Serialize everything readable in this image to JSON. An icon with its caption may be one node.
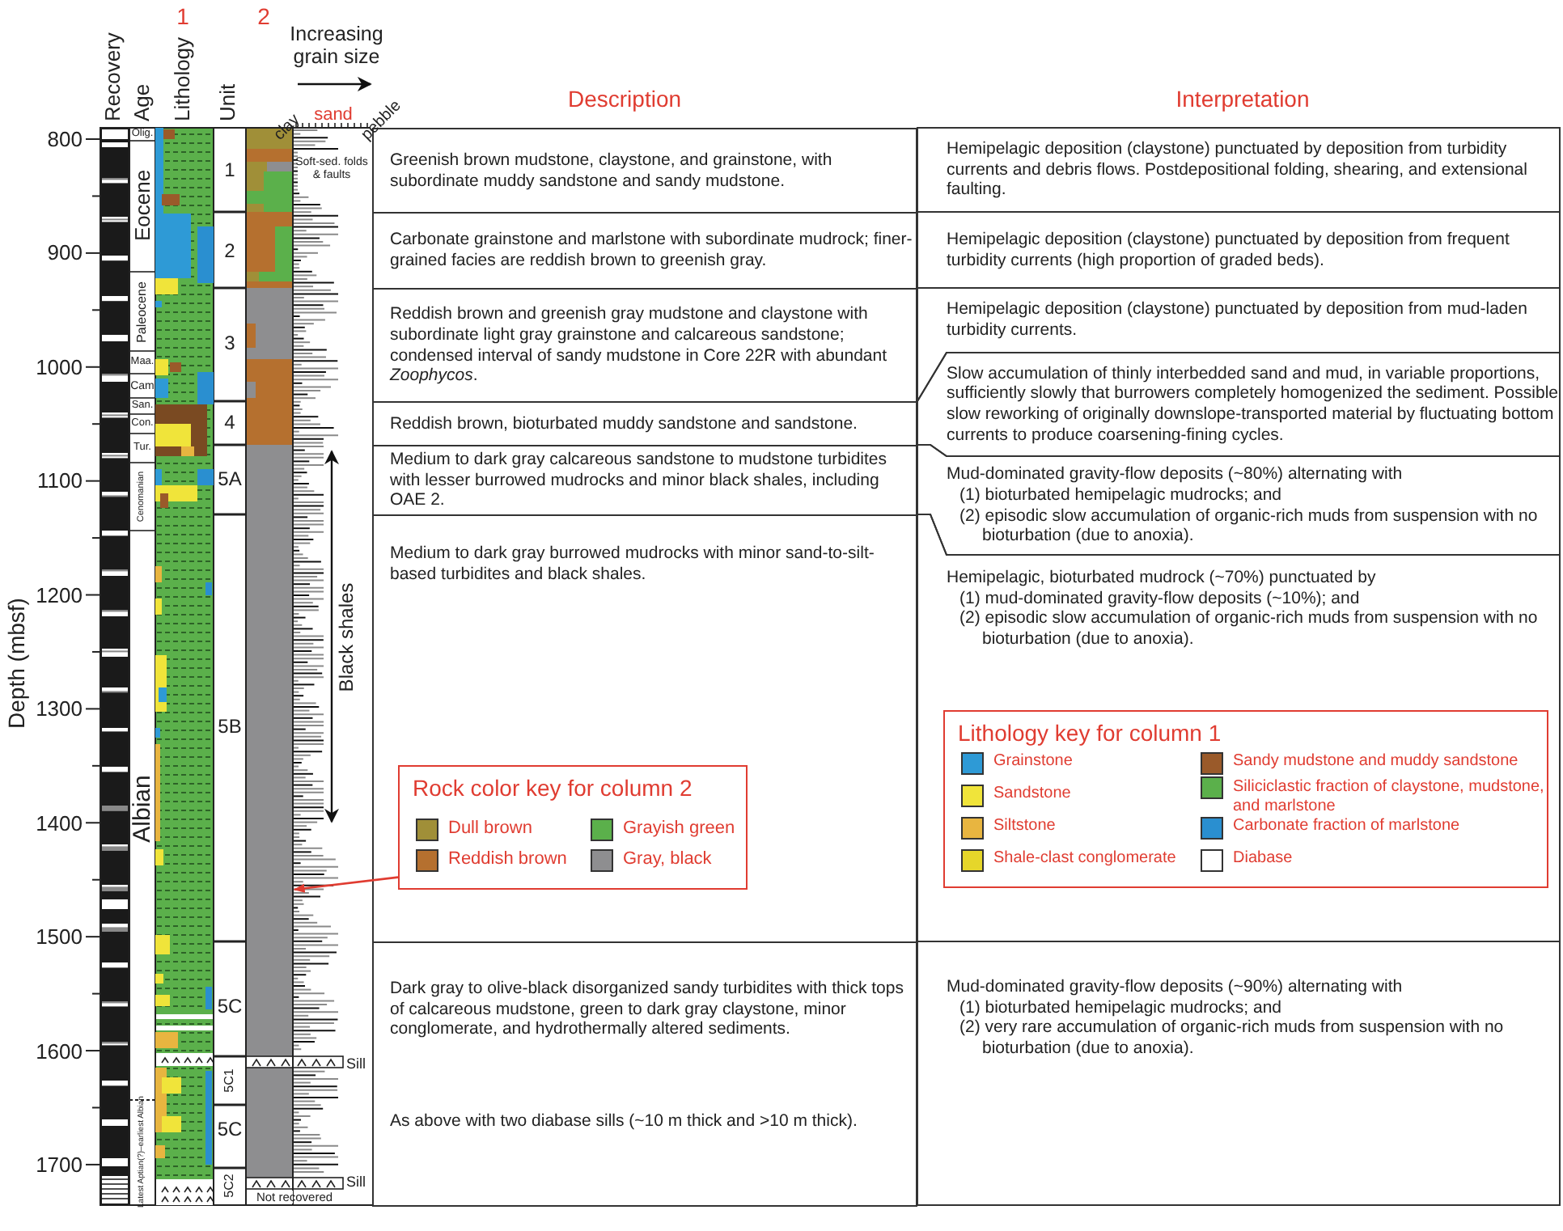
{
  "diagram": {
    "nodes": [
      {
        "text": [],
        "shape": "bar"
      },
      {
        "text": [
          "Greenish brown mudstone, claystone, and grainstone, with subordinate muddy sandstone and sandy mudstone."
        ]
      },
      {
        "text": [
          "Hemipelagic deposition (claystone) punctuated by deposition from turbidity currents and debris flows. Postdepositional folding, shearing, and extensional faulting."
        ]
      },
      {
        "text": [
          "Carbonate grainstone and marlstone with subordinate mudrock; finer-grained facies are reddish brown to greenish gray."
        ]
      },
      {
        "text": [
          "Hemipelagic deposition (claystone) punctuated by deposition from frequent turbidity currents (high proportion of graded beds)."
        ]
      },
      {
        "text": [
          "Reddish brown and greenish gray mudstone and claystone with subordinate light gray grainstone and calcareous sandstone; condensed interval of sandy mudstone in Core 22R with abundant *Zoophycos*."
        ]
      },
      {
        "text": [
          "Hemipelagic deposition (claystone) punctuated by deposition from mud-laden turbidity currents."
        ]
      },
      {
        "text": [
          "Reddish brown, bioturbated muddy sandstone and sandstone."
        ]
      },
      {
        "text": [
          "Slow accumulation of thinly interbedded sand and mud, in variable proportions, sufficiently slowly that burrowers completely homogenized the sediment.  Possible slow reworking of originally downslope-transported material by fluctuating bottom currents to produce coarsening-fining cycles."
        ]
      },
      {
        "text": [
          "Medium to dark gray calcareous sandstone to mudstone turbidites with lesser burrowed mudrocks and minor black shales, including OAE 2."
        ]
      },
      {
        "text": [
          "Mud-dominated gravity-flow deposits (~80%) alternating with",
          "(1) bioturbated hemipelagic mudrocks; and",
          "(2) episodic slow accumulation of organic-rich muds from suspension with no bioturbation (due to anoxia)."
        ]
      },
      {
        "text": [
          "Medium to dark gray burrowed mudrocks with minor sand-to-silt-based turbidites and black shales."
        ]
      },
      {
        "text": [
          "Hemipelagic, bioturbated mudrock (~70%) punctuated by",
          "(1) mud-dominated gravity-flow deposits (~10%); and",
          "(2) episodic slow accumulation of organic-rich muds from suspension with no bioturbation (due to anoxia)."
        ]
      },
      {
        "text": [
          "Rock color key for column 2"
        ],
        "in": 11
      },
      {
        "text": [
          "Lithology key for  column 1"
        ],
        "in": 12
      },
      {
        "text": [
          "Dark gray to olive-black disorganized sandy turbidites with thick tops of calcareous mudstone, green to dark gray claystone, minor conglomerate, and hydrothermally altered sediments.",
          "As above with two diabase sills (~10 m thick and >10 m thick)."
        ]
      },
      {
        "text": [
          "Mud-dominated gravity-flow deposits (~90%) alternating with",
          "(1) bioturbated hemipelagic mudrocks; and",
          "(2) very rare accumulation of organic-rich muds from suspension with no bioturbation (due to anoxia)."
        ]
      }
    ],
    "edges": [
      {
        "from": 13,
        "to": 0,
        "arrow": "to"
      }
    ],
    "labels": [
      "1",
      "2",
      "Increasing grain size",
      "Recovery",
      "Age",
      "Lithology",
      "Unit",
      "clay",
      "sand",
      "pebble",
      "Description",
      "Interpretation",
      "Depth (mbsf)",
      "800",
      "900",
      "1000",
      "1100",
      "1200",
      "1300",
      "1400",
      "1500",
      "1600",
      "1700",
      "Olig.",
      "Eocene",
      "Paleocene",
      "Maa.",
      "Cam",
      "San.",
      "Con.",
      "Tur.",
      "Cenomanian",
      "Albian",
      "Latest Aptian(?)–earliest Albian",
      "1",
      "2",
      "3",
      "4",
      "5A",
      "5B",
      "5C",
      "5C1",
      "5C",
      "5C2",
      "Soft-sed. folds & faults",
      "Black shales",
      "Sill",
      "Sill",
      "Not recovered"
    ],
    "legend": [
      {
        "text": "Dull brown",
        "color": "#a08f38"
      },
      {
        "text": "Grayish green",
        "color": "#5bb04b"
      },
      {
        "text": "Reddish brown",
        "color": "#b5702f"
      },
      {
        "text": "Gray, black",
        "color": "#8e8e90"
      },
      {
        "text": "Grainstone",
        "color": "#2e9ad6"
      },
      {
        "text": "Sandy mudstone and muddy sandstone",
        "color": "#9a5a2a"
      },
      {
        "text": "Sandstone",
        "color": "#f0e43a"
      },
      {
        "text": "Siliciclastic fraction of claystone, mudstone, and marlstone",
        "color": "#5bb04b"
      },
      {
        "text": "Siltstone",
        "color": "#e8b540"
      },
      {
        "text": "Carbonate fraction of marlstone",
        "color": "#2a8fd0"
      },
      {
        "text": "Shale-clast conglomerate",
        "color": "#e6d62a"
      },
      {
        "text": "Diabase",
        "color": "#ffffff"
      }
    ]
  }
}
